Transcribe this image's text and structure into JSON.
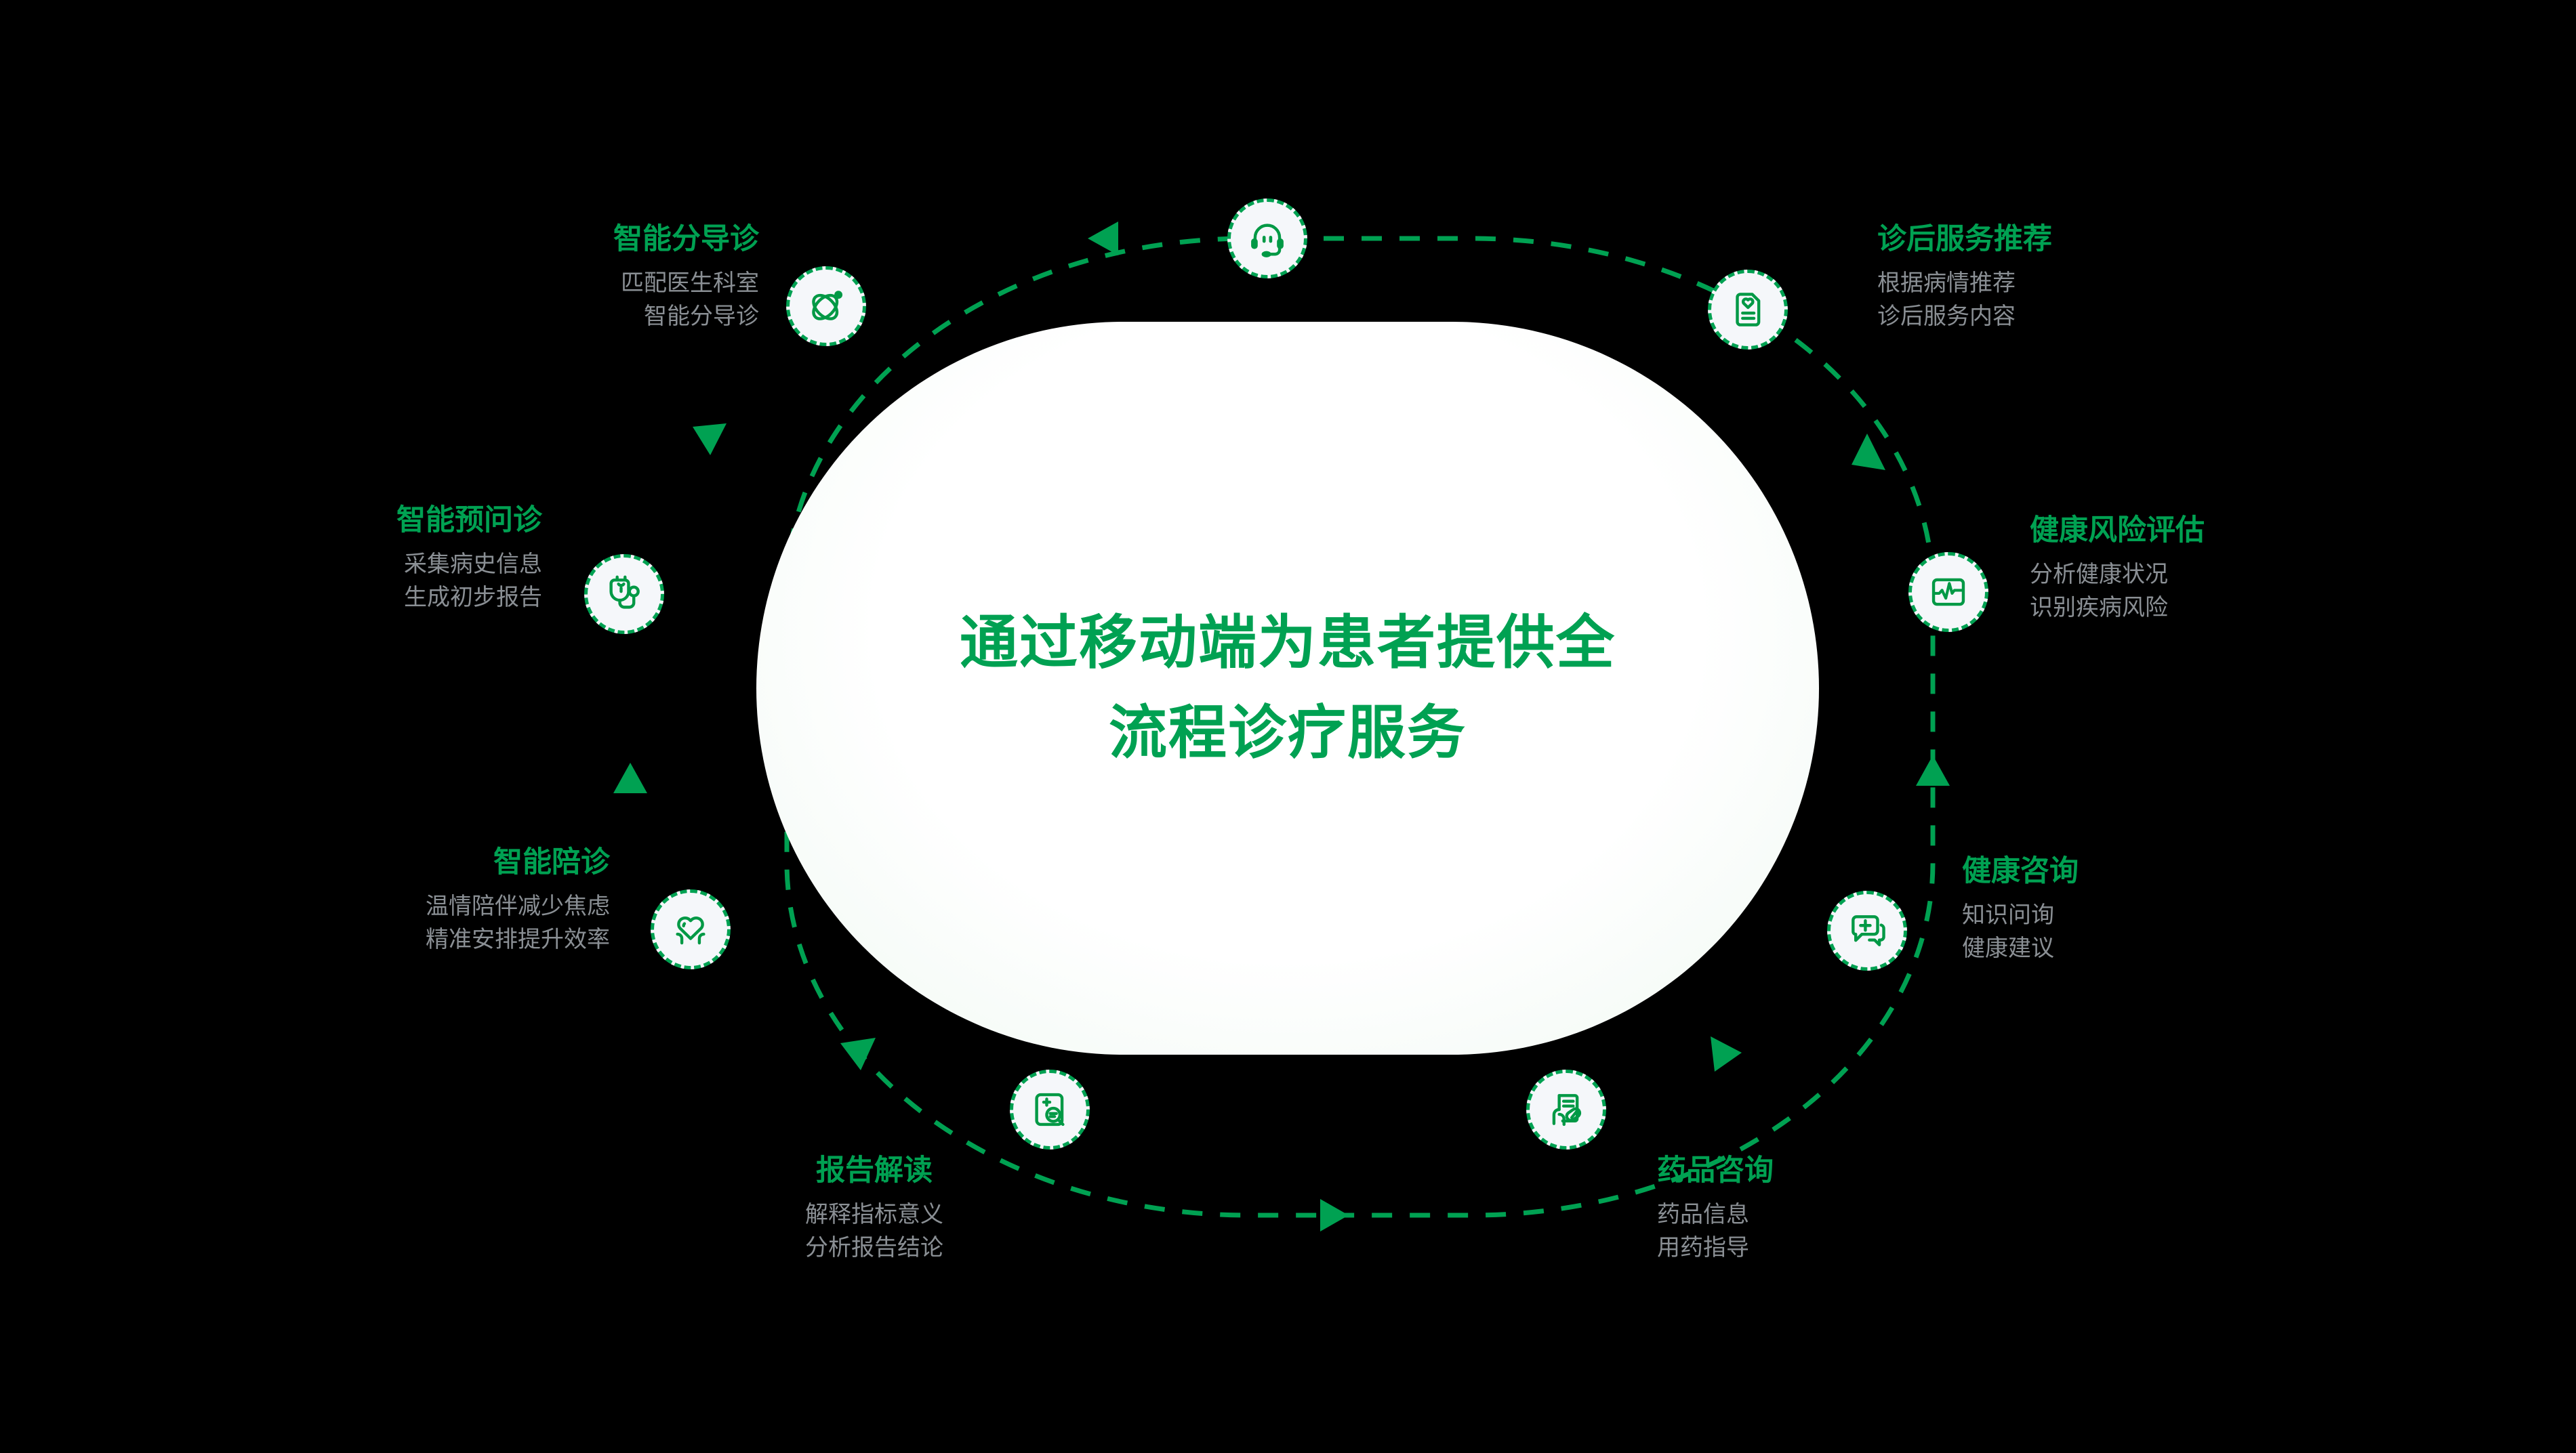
{
  "theme": {
    "background": "#000000",
    "accent_green": "#00a152",
    "title_green": "#00a152",
    "desc_gray": "#8a8f94",
    "capsule_fill": "#ffffff",
    "node_fill": "#f5f7fa"
  },
  "center": {
    "line1": "通过移动端为患者提供全",
    "line2": "流程诊疗服务"
  },
  "nodes": [
    {
      "id": "customer-service",
      "icon": "headset-icon",
      "title": "",
      "desc_lines": []
    },
    {
      "id": "smart-triage",
      "icon": "atom-icon",
      "title": "智能分导诊",
      "desc_lines": [
        "匹配医生科室",
        "智能分导诊"
      ]
    },
    {
      "id": "pre-consultation",
      "icon": "stethoscope-icon",
      "title": "智能预问诊",
      "desc_lines": [
        "采集病史信息",
        "生成初步报告"
      ]
    },
    {
      "id": "smart-companion",
      "icon": "heart-hands-icon",
      "title": "智能陪诊",
      "desc_lines": [
        "温情陪伴减少焦虑",
        "精准安排提升效率"
      ]
    },
    {
      "id": "report-interpretation",
      "icon": "report-search-icon",
      "title": "报告解读",
      "desc_lines": [
        "解释指标意义",
        "分析报告结论"
      ]
    },
    {
      "id": "drug-consultation",
      "icon": "prescription-pill-icon",
      "title": "药品咨询",
      "desc_lines": [
        "药品信息",
        "用药指导"
      ]
    },
    {
      "id": "health-consultation",
      "icon": "chat-plus-icon",
      "title": "健康咨询",
      "desc_lines": [
        "知识问询",
        "健康建议"
      ]
    },
    {
      "id": "health-risk-assessment",
      "icon": "ecg-monitor-icon",
      "title": "健康风险评估",
      "desc_lines": [
        "分析健康状况",
        "识别疾病风险"
      ]
    },
    {
      "id": "post-visit-service",
      "icon": "document-heart-icon",
      "title": "诊后服务推荐",
      "desc_lines": [
        "根据病情推荐",
        "诊后服务内容"
      ]
    }
  ]
}
